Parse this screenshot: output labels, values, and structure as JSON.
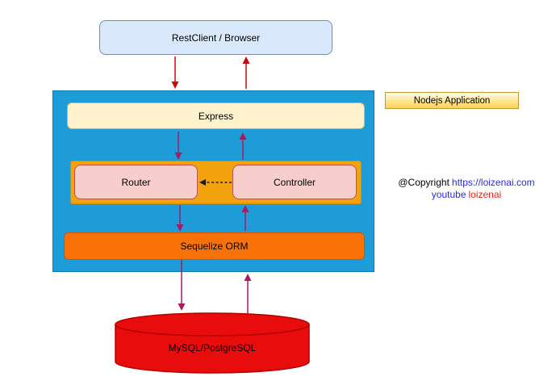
{
  "diagram": {
    "rest_client": "RestClient / Browser",
    "express": "Express",
    "router": "Router",
    "controller": "Controller",
    "sequelize": "Sequelize ORM",
    "database": "MySQL/PostgreSQL",
    "nodejs_badge": "Nodejs Application"
  },
  "copyright": {
    "prefix": "@Copyright",
    "link": "https://loizenai.com",
    "line2_prefix": "youtube",
    "line2_name": "loizenai"
  },
  "colors": {
    "rest_client_fill": "#DAE8FC",
    "rest_client_border": "#6C8EBF",
    "blue_container_fill": "#1E9CD8",
    "blue_container_border": "#0F7CB0",
    "express_fill": "#FFF2CC",
    "express_border": "#D6B656",
    "orange_container_fill": "#F2A20D",
    "orange_container_border": "#D68C00",
    "router_controller_fill": "#F8CECC",
    "router_controller_border": "#B85450",
    "sequelize_fill": "#F97208",
    "sequelize_border": "#D35400",
    "database_fill": "#E80C0C",
    "database_border": "#B30000",
    "nodejs_badge_fill_top": "#FFFBEA",
    "nodejs_badge_fill_bottom": "#FFD34D",
    "nodejs_badge_border": "#C2983B",
    "arrow_red": "#C8090B",
    "arrow_magenta": "#A61C5F",
    "arrow_dashed": "#1A1A1A",
    "link_blue": "#2B2BD6",
    "loizenai_red": "#F02311"
  }
}
